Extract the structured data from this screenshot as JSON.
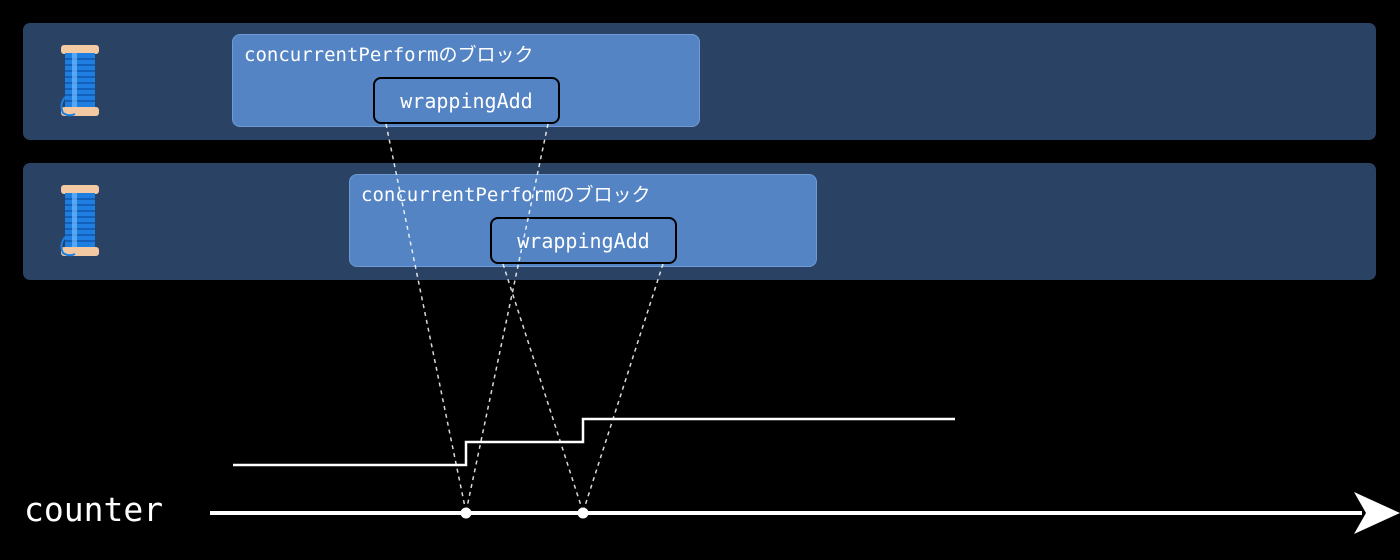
{
  "lanes": [
    {
      "icon": "thread-spool-icon",
      "block_title": "concurrentPerformのブロック",
      "operation": "wrappingAdd"
    },
    {
      "icon": "thread-spool-icon",
      "block_title": "concurrentPerformのブロック",
      "operation": "wrappingAdd"
    }
  ],
  "axis": {
    "label": "counter"
  },
  "colors": {
    "background": "#000000",
    "lane": "#2a4264",
    "block": "#5484c4",
    "text": "#ffffff"
  }
}
